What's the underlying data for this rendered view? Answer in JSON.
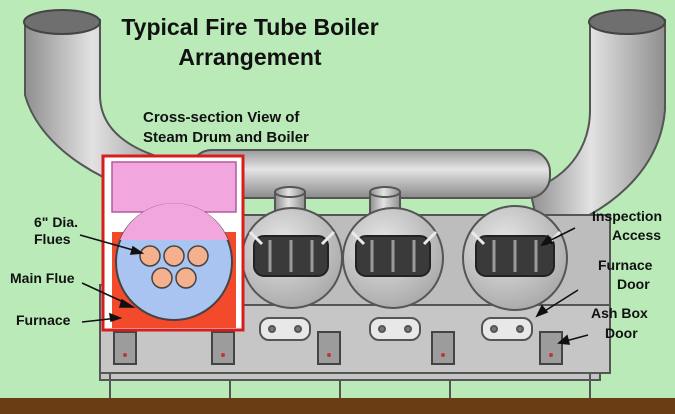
{
  "title": {
    "line1": "Typical Fire Tube Boiler",
    "line2": "Arrangement"
  },
  "subtitle": {
    "line1": "Cross-section View of",
    "line2": "Steam Drum and Boiler"
  },
  "labels": {
    "flues_line1": "6\" Dia.",
    "flues_line2": "Flues",
    "main_flue": "Main Flue",
    "furnace": "Furnace",
    "inspection_line1": "Inspection",
    "inspection_line2": "Access",
    "furnace_door_line1": "Furnace",
    "furnace_door_line2": "Door",
    "ash_box_line1": "Ash Box",
    "ash_box_line2": "Door"
  },
  "colors": {
    "background": "#b9eab8",
    "metal": "#bdbdbd",
    "metal_dark": "#8a8a8a",
    "section_border": "#d91c1c",
    "steam": "#f2a6de",
    "water": "#a9c4f0",
    "flue": "#f5b08e",
    "furnace": "#f24a2a",
    "ground": "#6b3d14"
  }
}
